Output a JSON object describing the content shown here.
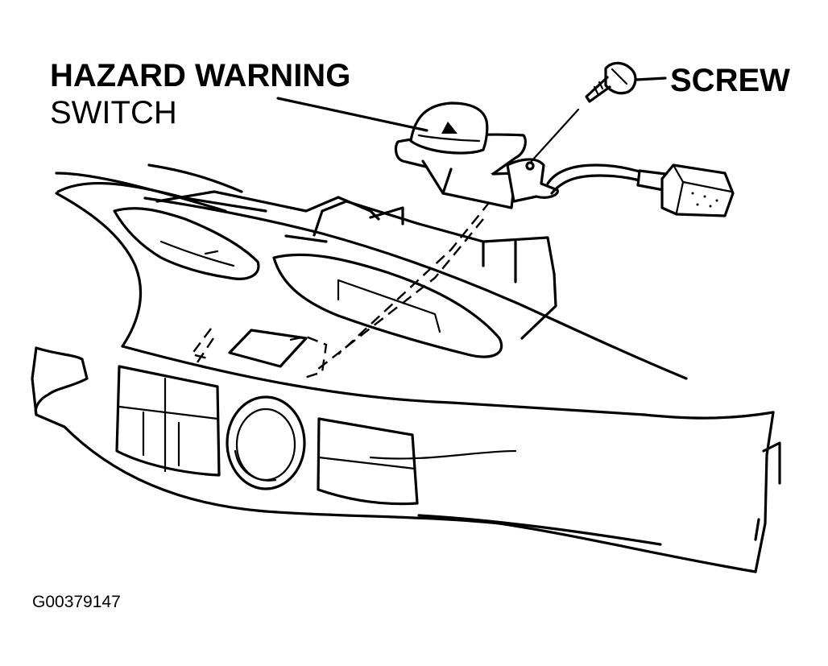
{
  "labels": {
    "hazard_line1": "HAZARD WARNING",
    "hazard_line2": "SWITCH",
    "screw": "SCREW",
    "figure_code": "G00379147"
  },
  "colors": {
    "ink": "#000000",
    "paper": "#ffffff"
  }
}
